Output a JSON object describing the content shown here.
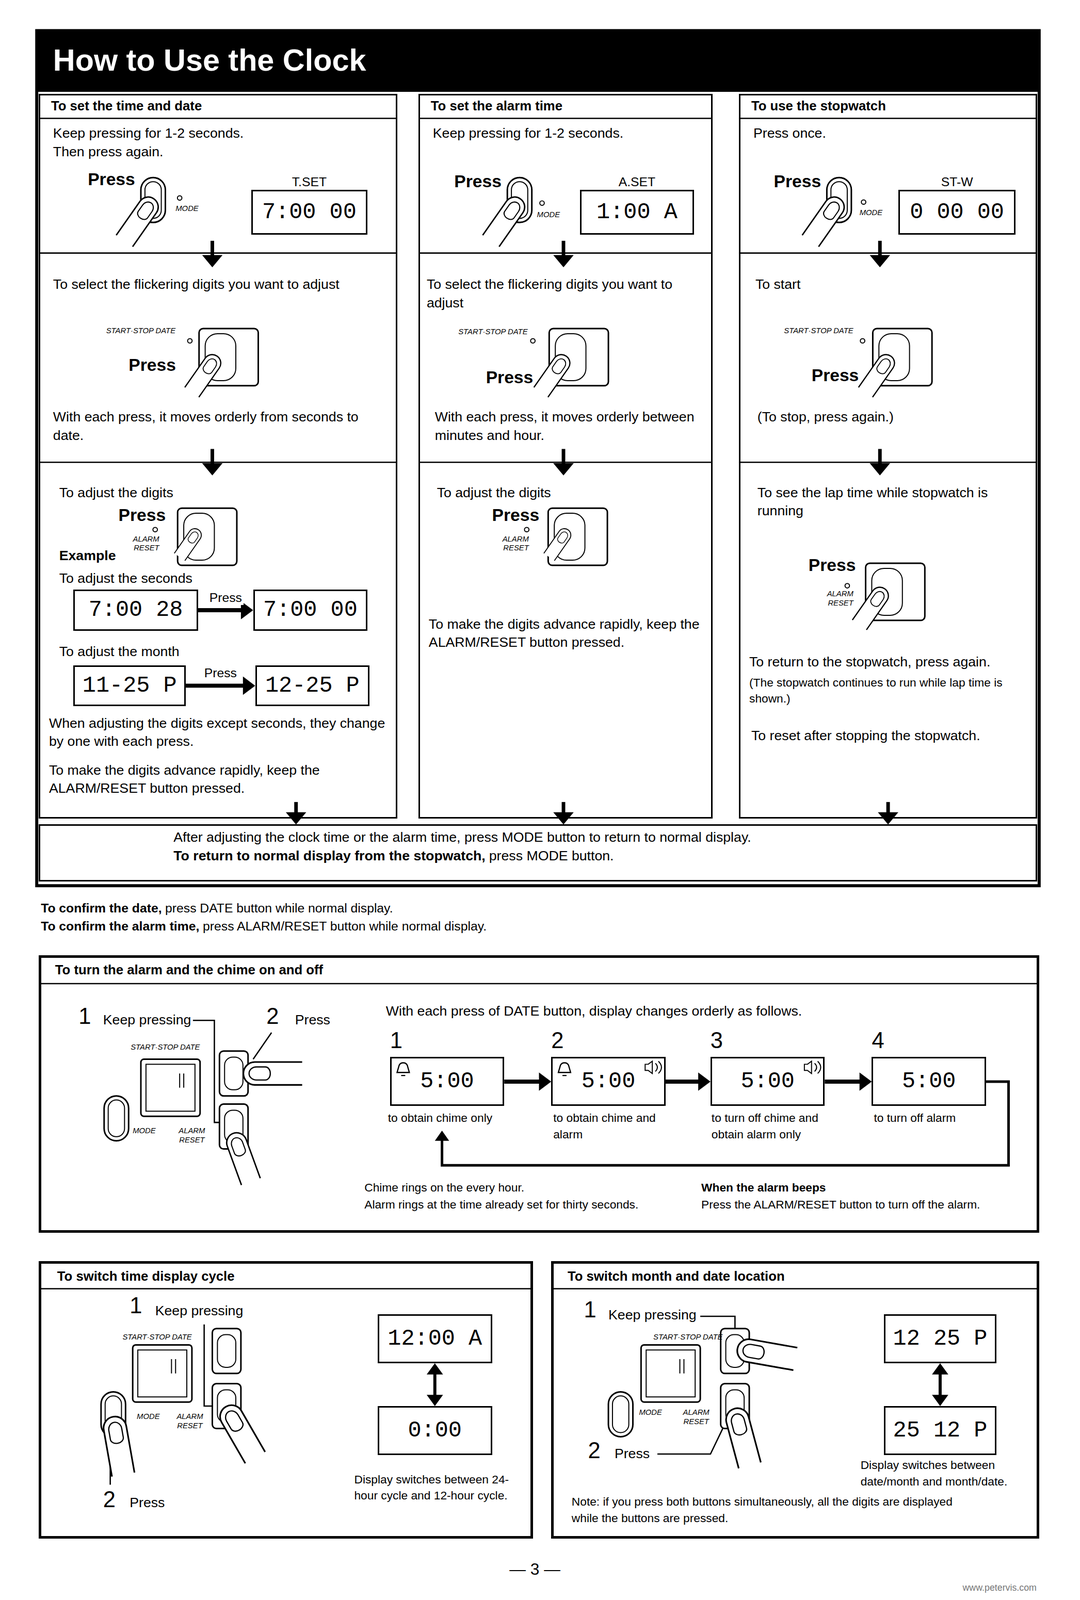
{
  "diagram": {
    "title": "How to Use the Clock",
    "nodes": [
      {
        "text": [
          "To set the time and date"
        ]
      },
      {
        "text": [
          "Keep pressing for 1-2 seconds. Then press again.",
          "Press"
        ],
        "in": 0
      },
      {
        "text": [
          "T.SET",
          "7:00 00"
        ],
        "in": 1
      },
      {
        "text": [
          "To select the flickering digits you want to adjust",
          "Press",
          "With each press, it moves orderly from seconds to date."
        ],
        "in": 0
      },
      {
        "text": [
          "To adjust the digits",
          "Press",
          "Example",
          "To adjust the seconds",
          "To adjust the month",
          "When adjusting the digits except seconds, they change by one with each press.",
          "To make the digits advance rapidly, keep the ALARM/RESET button pressed."
        ],
        "in": 0
      },
      {
        "text": [
          "7:00 28"
        ],
        "in": 4
      },
      {
        "text": [
          "7:00 00"
        ],
        "in": 4
      },
      {
        "text": [
          "11-25 P"
        ],
        "in": 4
      },
      {
        "text": [
          "12-25 P"
        ],
        "in": 4
      },
      {
        "text": [
          "To set the alarm time"
        ]
      },
      {
        "text": [
          "Keep pressing for 1-2 seconds.",
          "Press"
        ],
        "in": 9
      },
      {
        "text": [
          "A.SET",
          "1:00 A"
        ],
        "in": 10
      },
      {
        "text": [
          "To select the flickering digits you want to adjust",
          "Press",
          "With each press, it moves orderly between minutes and hour."
        ],
        "in": 9
      },
      {
        "text": [
          "To adjust the digits",
          "Press",
          "To make the digits advance rapidly, keep the ALARM/RESET button pressed."
        ],
        "in": 9
      },
      {
        "text": [
          "To use the stopwatch"
        ]
      },
      {
        "text": [
          "Press once.",
          "Press"
        ],
        "in": 14
      },
      {
        "text": [
          "ST-W",
          "0 00 00"
        ],
        "in": 15
      },
      {
        "text": [
          "To start",
          "Press",
          "(To stop, press again.)"
        ],
        "in": 14
      },
      {
        "text": [
          "To see the lap time while stopwatch is running",
          "Press",
          "To return to the stopwatch, press again.",
          "(The stopwatch continues to run while lap time is shown.)",
          "To reset after stopping the stopwatch."
        ],
        "in": 14
      },
      {
        "text": [
          "After adjusting the clock time or the alarm time, press MODE button to return to normal display.",
          "To return to normal display from the stopwatch,",
          "press MODE button."
        ]
      },
      {
        "text": [
          "To turn the alarm and the chime on and off",
          "With each press of DATE button, display changes orderly as follows.",
          "Chime rings on the every hour.",
          "Alarm rings at the time already set for thirty seconds.",
          "When the alarm beeps",
          "Press the ALARM/RESET button to turn off the alarm."
        ]
      },
      {
        "text": [
          "1",
          "5:00",
          "to obtain chime only"
        ],
        "in": 20
      },
      {
        "text": [
          "2",
          "5:00",
          "to obtain chime and alarm"
        ],
        "in": 20
      },
      {
        "text": [
          "3",
          "5:00",
          "to turn off chime and obtain alarm only"
        ],
        "in": 20
      },
      {
        "text": [
          "4",
          "5:00",
          "to turn off alarm"
        ],
        "in": 20
      },
      {
        "text": [
          "To switch time display cycle",
          "Display switches between 24-hour cycle and 12-hour cycle."
        ]
      },
      {
        "text": [
          "12:00 A"
        ],
        "in": 25
      },
      {
        "text": [
          "0:00"
        ],
        "in": 25
      },
      {
        "text": [
          "To switch month and date location",
          "Display switches between date/month and month/date.",
          "Note: if you press both buttons simultaneously, all the digits are displayed while the buttons are pressed."
        ]
      },
      {
        "text": [
          "12 25 P"
        ],
        "in": 28
      },
      {
        "text": [
          "25 12 P"
        ],
        "in": 28
      }
    ],
    "edges": [
      {
        "from": 1,
        "to": 3,
        "arrow": "to"
      },
      {
        "from": 3,
        "to": 4,
        "arrow": "to"
      },
      {
        "from": 4,
        "to": 19,
        "arrow": "to"
      },
      {
        "from": 10,
        "to": 12,
        "arrow": "to"
      },
      {
        "from": 12,
        "to": 13,
        "arrow": "to"
      },
      {
        "from": 13,
        "to": 19,
        "arrow": "to"
      },
      {
        "from": 15,
        "to": 17,
        "arrow": "to"
      },
      {
        "from": 17,
        "to": 18,
        "arrow": "to"
      },
      {
        "from": 18,
        "to": 19,
        "arrow": "to"
      },
      {
        "from": 5,
        "to": 6,
        "label": "Press",
        "arrow": "to"
      },
      {
        "from": 7,
        "to": 8,
        "label": "Press",
        "arrow": "to"
      },
      {
        "from": 21,
        "to": 22,
        "arrow": "to"
      },
      {
        "from": 22,
        "to": 23,
        "arrow": "to"
      },
      {
        "from": 23,
        "to": 24,
        "arrow": "to"
      },
      {
        "from": 24,
        "to": 21,
        "arrow": "to"
      },
      {
        "from": 26,
        "to": 27,
        "arrow": "both"
      },
      {
        "from": 29,
        "to": 30,
        "arrow": "both"
      }
    ],
    "labels": [
      "MODE",
      "START·STOP DATE",
      "ALARM RESET",
      "MODE",
      "START·STOP DATE",
      "ALARM RESET",
      "MODE",
      "START·STOP DATE",
      "ALARM RESET",
      "To confirm the date,",
      "press DATE button while normal display.",
      "To confirm the alarm time,",
      "press ALARM/RESET button while normal display.",
      "1",
      "Keep pressing",
      "2",
      "Press",
      "START·STOP DATE",
      "MODE",
      "ALARM RESET",
      "1",
      "Keep pressing",
      "2",
      "Press",
      "START·STOP DATE",
      "MODE",
      "ALARM RESET",
      "1",
      "Keep pressing",
      "2",
      "Press",
      "START·STOP DATE",
      "MODE",
      "ALARM RESET",
      "— 3 —",
      "www.petervis.com"
    ]
  }
}
